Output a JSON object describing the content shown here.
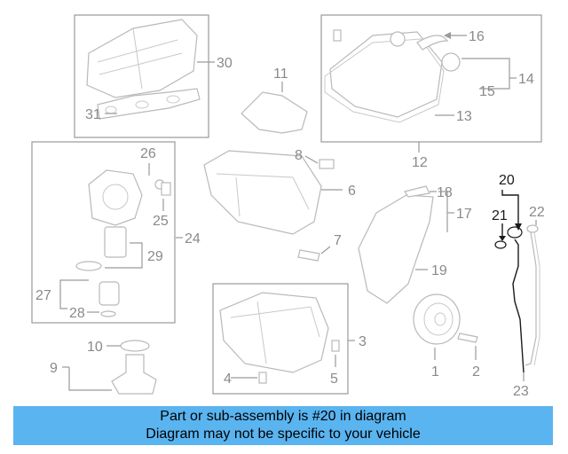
{
  "labels": {
    "l1": "1",
    "l2": "2",
    "l3": "3",
    "l4": "4",
    "l5": "5",
    "l6": "6",
    "l7": "7",
    "l8": "8",
    "l9": "9",
    "l10": "10",
    "l11": "11",
    "l12": "12",
    "l13": "13",
    "l14": "14",
    "l15": "15",
    "l16": "16",
    "l17": "17",
    "l18": "18",
    "l19": "19",
    "l20": "20",
    "l21": "21",
    "l22": "22",
    "l23": "23",
    "l24": "24",
    "l25": "25",
    "l26": "26",
    "l27": "27",
    "l28": "28",
    "l29": "29",
    "l30": "30",
    "l31": "31"
  },
  "highlighted_part": "20",
  "colors": {
    "banner": "#5ab4f0",
    "line": "#9a9a9a",
    "highlight": "#1a1a1a",
    "label": "#8a8a8a"
  },
  "banner": {
    "line1": "Part or sub-assembly is #20 in diagram",
    "line2": "Diagram may not be specific to your vehicle"
  }
}
